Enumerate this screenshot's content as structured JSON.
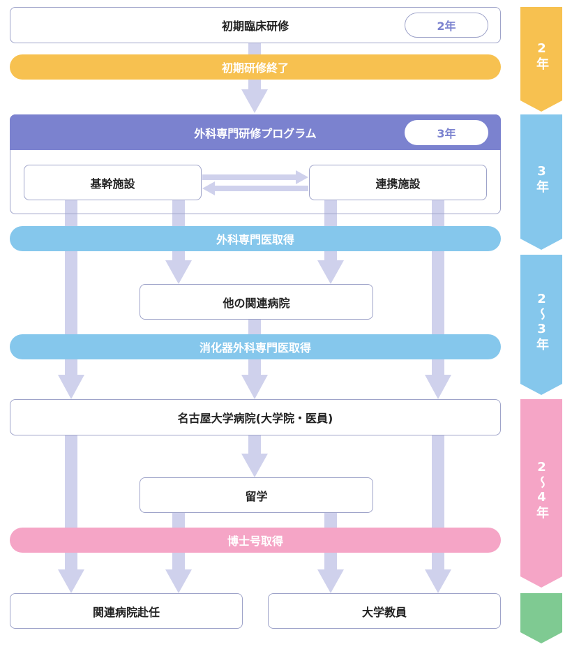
{
  "colors": {
    "arrow": "#cfd1ec",
    "header_purple": "#7b82cf",
    "bar_yellow": "#f7c150",
    "bar_blue": "#85c7ec",
    "bar_pink": "#f5a5c6",
    "stage_green": "#7fca92",
    "box_border": "#9ea3c9"
  },
  "nodes": {
    "initial_training": "初期臨床研修",
    "initial_training_years": "2年",
    "initial_training_end": "初期研修終了",
    "surgery_program": "外科専門研修プログラム",
    "surgery_program_years": "3年",
    "core_facility": "基幹施設",
    "partner_facility": "連携施設",
    "surgery_specialist": "外科専門医取得",
    "related_hospital": "他の関連病院",
    "gi_surgery_specialist": "消化器外科専門医取得",
    "nagoya_university_hospital": "名古屋大学病院(大学院・医員)",
    "study_abroad": "留学",
    "phd": "博士号取得",
    "related_hospital_assignment": "関連病院赴任",
    "university_faculty": "大学教員"
  },
  "stages": [
    {
      "label": "2年",
      "color": "#f7c150"
    },
    {
      "label": "3年",
      "color": "#85c7ec"
    },
    {
      "label": "2～3年",
      "color": "#85c7ec"
    },
    {
      "label": "2～4年",
      "color": "#f5a5c6"
    },
    {
      "label": "",
      "color": "#7fca92"
    }
  ]
}
